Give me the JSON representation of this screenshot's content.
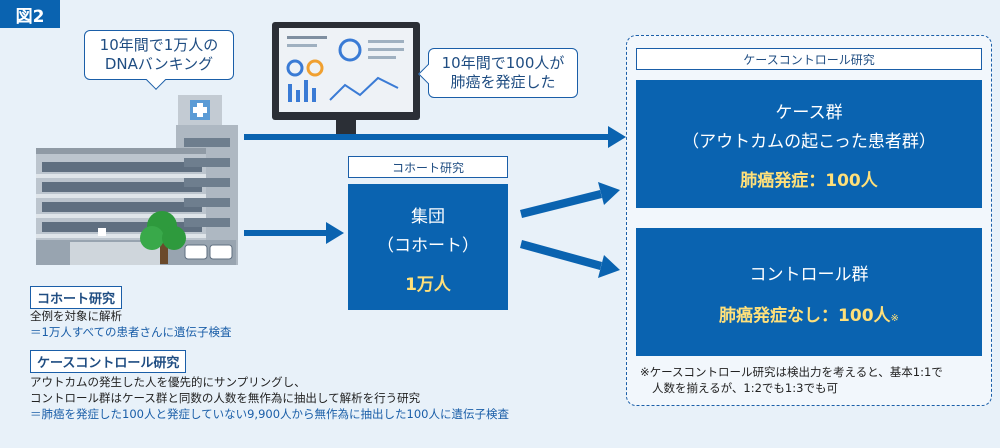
{
  "figure_label": "図2",
  "bubble_banking": {
    "line1": "10年間で1万人の",
    "line2": "DNAバンキング"
  },
  "bubble_onset": {
    "line1": "10年間で100人が",
    "line2": "肺癌を発症した"
  },
  "cohort_label": "コホート研究",
  "cohort_box": {
    "line1": "集団",
    "line2": "（コホート）",
    "count": "1万人"
  },
  "cc_label": "ケースコントロール研究",
  "case_box": {
    "line1": "ケース群",
    "line2": "（アウトカムの起こった患者群）",
    "stat": "肺癌発症：100人"
  },
  "control_box": {
    "line1": "コントロール群",
    "stat": "肺癌発症なし：100人",
    "mark": "※"
  },
  "cc_note": {
    "line1": "※ケースコントロール研究は検出力を考えると、基本1:1で",
    "line2": "人数を揃えるが、1:2でも1:3でも可"
  },
  "legend": {
    "cohort_title": "コホート研究",
    "cohort_line1": "全例を対象に解析",
    "cohort_line2": "＝1万人すべての患者さんに遺伝子検査",
    "cc_title": "ケースコントロール研究",
    "cc_line1": "アウトカムの発生した人を優先的にサンプリングし、",
    "cc_line2": "コントロール群はケース群と同数の人数を無作為に抽出して解析を行う研究",
    "cc_line3": "＝肺癌を発症した100人と発症していない9,900人から無作為に抽出した100人に遺伝子検査"
  },
  "colors": {
    "accent": "#0a63b0",
    "background": "#e8f1f9",
    "text_blue": "#1a5ea8"
  }
}
